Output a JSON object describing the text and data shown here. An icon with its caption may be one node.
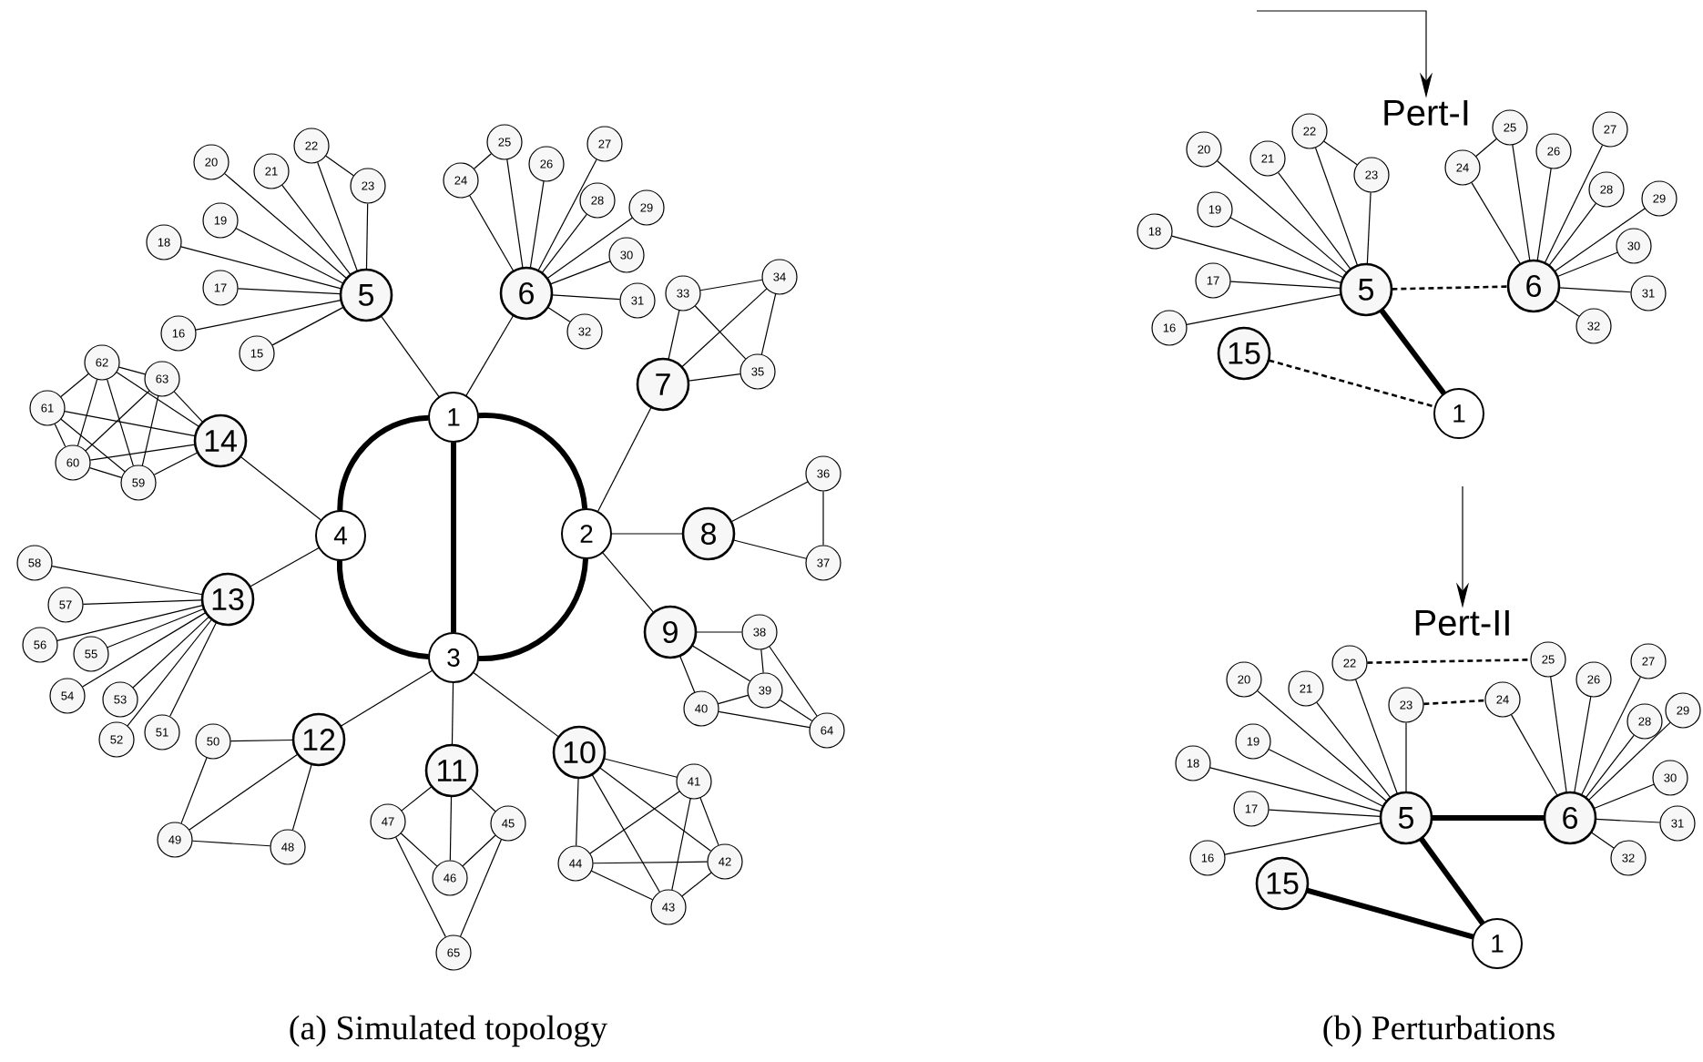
{
  "diagram": {
    "nodes": [
      {
        "text": [
          "1"
        ]
      },
      {
        "text": [
          "2"
        ]
      },
      {
        "text": [
          "3"
        ]
      },
      {
        "text": [
          "4"
        ]
      },
      {
        "text": [
          "5"
        ]
      },
      {
        "text": [
          "6"
        ]
      },
      {
        "text": [
          "7"
        ]
      },
      {
        "text": [
          "8"
        ]
      },
      {
        "text": [
          "9"
        ]
      },
      {
        "text": [
          "10"
        ]
      },
      {
        "text": [
          "11"
        ]
      },
      {
        "text": [
          "12"
        ]
      },
      {
        "text": [
          "13"
        ]
      },
      {
        "text": [
          "14"
        ]
      },
      {
        "text": [
          "15"
        ]
      },
      {
        "text": [
          "16"
        ]
      },
      {
        "text": [
          "17"
        ]
      },
      {
        "text": [
          "18"
        ]
      },
      {
        "text": [
          "19"
        ]
      },
      {
        "text": [
          "20"
        ]
      },
      {
        "text": [
          "21"
        ]
      },
      {
        "text": [
          "22"
        ]
      },
      {
        "text": [
          "23"
        ]
      },
      {
        "text": [
          "24"
        ]
      },
      {
        "text": [
          "25"
        ]
      },
      {
        "text": [
          "26"
        ]
      },
      {
        "text": [
          "27"
        ]
      },
      {
        "text": [
          "28"
        ]
      },
      {
        "text": [
          "29"
        ]
      },
      {
        "text": [
          "30"
        ]
      },
      {
        "text": [
          "31"
        ]
      },
      {
        "text": [
          "32"
        ]
      },
      {
        "text": [
          "33"
        ]
      },
      {
        "text": [
          "34"
        ]
      },
      {
        "text": [
          "35"
        ]
      },
      {
        "text": [
          "36"
        ]
      },
      {
        "text": [
          "37"
        ]
      },
      {
        "text": [
          "38"
        ]
      },
      {
        "text": [
          "39"
        ]
      },
      {
        "text": [
          "40"
        ]
      },
      {
        "text": [
          "41"
        ]
      },
      {
        "text": [
          "42"
        ]
      },
      {
        "text": [
          "43"
        ]
      },
      {
        "text": [
          "44"
        ]
      },
      {
        "text": [
          "45"
        ]
      },
      {
        "text": [
          "46"
        ]
      },
      {
        "text": [
          "47"
        ]
      },
      {
        "text": [
          "48"
        ]
      },
      {
        "text": [
          "49"
        ]
      },
      {
        "text": [
          "50"
        ]
      },
      {
        "text": [
          "51"
        ]
      },
      {
        "text": [
          "52"
        ]
      },
      {
        "text": [
          "53"
        ]
      },
      {
        "text": [
          "54"
        ]
      },
      {
        "text": [
          "55"
        ]
      },
      {
        "text": [
          "56"
        ]
      },
      {
        "text": [
          "57"
        ]
      },
      {
        "text": [
          "58"
        ]
      },
      {
        "text": [
          "59"
        ]
      },
      {
        "text": [
          "60"
        ]
      },
      {
        "text": [
          "61"
        ]
      },
      {
        "text": [
          "62"
        ]
      },
      {
        "text": [
          "63"
        ]
      },
      {
        "text": [
          "64"
        ]
      },
      {
        "text": [
          "65"
        ]
      },
      {
        "text": [
          "Pert-I"
        ]
      },
      {
        "text": [
          "1"
        ]
      },
      {
        "text": [
          "5"
        ]
      },
      {
        "text": [
          "6"
        ]
      },
      {
        "text": [
          "15"
        ]
      },
      {
        "text": [
          "16"
        ]
      },
      {
        "text": [
          "17"
        ]
      },
      {
        "text": [
          "18"
        ]
      },
      {
        "text": [
          "19"
        ]
      },
      {
        "text": [
          "20"
        ]
      },
      {
        "text": [
          "21"
        ]
      },
      {
        "text": [
          "22"
        ]
      },
      {
        "text": [
          "23"
        ]
      },
      {
        "text": [
          "24"
        ]
      },
      {
        "text": [
          "25"
        ]
      },
      {
        "text": [
          "26"
        ]
      },
      {
        "text": [
          "27"
        ]
      },
      {
        "text": [
          "28"
        ]
      },
      {
        "text": [
          "29"
        ]
      },
      {
        "text": [
          "30"
        ]
      },
      {
        "text": [
          "31"
        ]
      },
      {
        "text": [
          "32"
        ]
      },
      {
        "text": [
          "Pert-II"
        ]
      },
      {
        "text": [
          "1"
        ]
      },
      {
        "text": [
          "5"
        ]
      },
      {
        "text": [
          "6"
        ]
      },
      {
        "text": [
          "15"
        ]
      },
      {
        "text": [
          "16"
        ]
      },
      {
        "text": [
          "17"
        ]
      },
      {
        "text": [
          "18"
        ]
      },
      {
        "text": [
          "19"
        ]
      },
      {
        "text": [
          "20"
        ]
      },
      {
        "text": [
          "21"
        ]
      },
      {
        "text": [
          "22"
        ]
      },
      {
        "text": [
          "23"
        ]
      },
      {
        "text": [
          "24"
        ]
      },
      {
        "text": [
          "25"
        ]
      },
      {
        "text": [
          "26"
        ]
      },
      {
        "text": [
          "27"
        ]
      },
      {
        "text": [
          "28"
        ]
      },
      {
        "text": [
          "29"
        ]
      },
      {
        "text": [
          "30"
        ]
      },
      {
        "text": [
          "31"
        ]
      },
      {
        "text": [
          "32"
        ]
      }
    ],
    "edges": [
      {
        "from": 0,
        "to": 1,
        "arrow": "none",
        "style": "thick"
      },
      {
        "from": 1,
        "to": 2,
        "arrow": "none",
        "style": "thick"
      },
      {
        "from": 2,
        "to": 3,
        "arrow": "none",
        "style": "thick"
      },
      {
        "from": 3,
        "to": 0,
        "arrow": "none",
        "style": "thick"
      },
      {
        "from": 0,
        "to": 2,
        "arrow": "none",
        "style": "thick"
      },
      {
        "from": 0,
        "to": 4,
        "arrow": "none"
      },
      {
        "from": 0,
        "to": 5,
        "arrow": "none"
      },
      {
        "from": 1,
        "to": 6,
        "arrow": "none"
      },
      {
        "from": 1,
        "to": 7,
        "arrow": "none"
      },
      {
        "from": 1,
        "to": 8,
        "arrow": "none"
      },
      {
        "from": 2,
        "to": 9,
        "arrow": "none"
      },
      {
        "from": 2,
        "to": 10,
        "arrow": "none"
      },
      {
        "from": 2,
        "to": 11,
        "arrow": "none"
      },
      {
        "from": 3,
        "to": 12,
        "arrow": "none"
      },
      {
        "from": 3,
        "to": 13,
        "arrow": "none"
      },
      {
        "from": 4,
        "to": 14,
        "arrow": "none"
      },
      {
        "from": 4,
        "to": 15,
        "arrow": "none"
      },
      {
        "from": 4,
        "to": 16,
        "arrow": "none"
      },
      {
        "from": 4,
        "to": 17,
        "arrow": "none"
      },
      {
        "from": 4,
        "to": 18,
        "arrow": "none"
      },
      {
        "from": 4,
        "to": 19,
        "arrow": "none"
      },
      {
        "from": 4,
        "to": 20,
        "arrow": "none"
      },
      {
        "from": 4,
        "to": 21,
        "arrow": "none"
      },
      {
        "from": 4,
        "to": 22,
        "arrow": "none"
      },
      {
        "from": 21,
        "to": 22,
        "arrow": "none"
      },
      {
        "from": 5,
        "to": 23,
        "arrow": "none"
      },
      {
        "from": 5,
        "to": 24,
        "arrow": "none"
      },
      {
        "from": 5,
        "to": 25,
        "arrow": "none"
      },
      {
        "from": 5,
        "to": 26,
        "arrow": "none"
      },
      {
        "from": 5,
        "to": 27,
        "arrow": "none"
      },
      {
        "from": 5,
        "to": 28,
        "arrow": "none"
      },
      {
        "from": 5,
        "to": 29,
        "arrow": "none"
      },
      {
        "from": 5,
        "to": 30,
        "arrow": "none"
      },
      {
        "from": 5,
        "to": 31,
        "arrow": "none"
      },
      {
        "from": 23,
        "to": 24,
        "arrow": "none"
      },
      {
        "from": 6,
        "to": 32,
        "arrow": "none"
      },
      {
        "from": 6,
        "to": 33,
        "arrow": "none"
      },
      {
        "from": 6,
        "to": 34,
        "arrow": "none"
      },
      {
        "from": 32,
        "to": 33,
        "arrow": "none"
      },
      {
        "from": 32,
        "to": 34,
        "arrow": "none"
      },
      {
        "from": 33,
        "to": 34,
        "arrow": "none"
      },
      {
        "from": 7,
        "to": 35,
        "arrow": "none"
      },
      {
        "from": 7,
        "to": 36,
        "arrow": "none"
      },
      {
        "from": 35,
        "to": 36,
        "arrow": "none"
      },
      {
        "from": 8,
        "to": 37,
        "arrow": "none"
      },
      {
        "from": 8,
        "to": 38,
        "arrow": "none"
      },
      {
        "from": 8,
        "to": 39,
        "arrow": "none"
      },
      {
        "from": 37,
        "to": 38,
        "arrow": "none"
      },
      {
        "from": 37,
        "to": 63,
        "arrow": "none"
      },
      {
        "from": 38,
        "to": 39,
        "arrow": "none"
      },
      {
        "from": 38,
        "to": 63,
        "arrow": "none"
      },
      {
        "from": 39,
        "to": 63,
        "arrow": "none"
      },
      {
        "from": 9,
        "to": 40,
        "arrow": "none"
      },
      {
        "from": 9,
        "to": 41,
        "arrow": "none"
      },
      {
        "from": 9,
        "to": 42,
        "arrow": "none"
      },
      {
        "from": 9,
        "to": 43,
        "arrow": "none"
      },
      {
        "from": 40,
        "to": 41,
        "arrow": "none"
      },
      {
        "from": 40,
        "to": 42,
        "arrow": "none"
      },
      {
        "from": 40,
        "to": 43,
        "arrow": "none"
      },
      {
        "from": 41,
        "to": 42,
        "arrow": "none"
      },
      {
        "from": 41,
        "to": 43,
        "arrow": "none"
      },
      {
        "from": 42,
        "to": 43,
        "arrow": "none"
      },
      {
        "from": 10,
        "to": 44,
        "arrow": "none"
      },
      {
        "from": 10,
        "to": 45,
        "arrow": "none"
      },
      {
        "from": 10,
        "to": 46,
        "arrow": "none"
      },
      {
        "from": 46,
        "to": 45,
        "arrow": "none"
      },
      {
        "from": 44,
        "to": 45,
        "arrow": "none"
      },
      {
        "from": 46,
        "to": 64,
        "arrow": "none"
      },
      {
        "from": 44,
        "to": 64,
        "arrow": "none"
      },
      {
        "from": 11,
        "to": 47,
        "arrow": "none"
      },
      {
        "from": 11,
        "to": 48,
        "arrow": "none"
      },
      {
        "from": 11,
        "to": 49,
        "arrow": "none"
      },
      {
        "from": 49,
        "to": 48,
        "arrow": "none"
      },
      {
        "from": 48,
        "to": 47,
        "arrow": "none"
      },
      {
        "from": 12,
        "to": 50,
        "arrow": "none"
      },
      {
        "from": 12,
        "to": 51,
        "arrow": "none"
      },
      {
        "from": 12,
        "to": 52,
        "arrow": "none"
      },
      {
        "from": 12,
        "to": 53,
        "arrow": "none"
      },
      {
        "from": 12,
        "to": 54,
        "arrow": "none"
      },
      {
        "from": 12,
        "to": 55,
        "arrow": "none"
      },
      {
        "from": 12,
        "to": 56,
        "arrow": "none"
      },
      {
        "from": 12,
        "to": 57,
        "arrow": "none"
      },
      {
        "from": 61,
        "to": 62,
        "arrow": "none"
      },
      {
        "from": 61,
        "to": 60,
        "arrow": "none"
      },
      {
        "from": 61,
        "to": 59,
        "arrow": "none"
      },
      {
        "from": 61,
        "to": 58,
        "arrow": "none"
      },
      {
        "from": 61,
        "to": 13,
        "arrow": "none"
      },
      {
        "from": 62,
        "to": 59,
        "arrow": "none"
      },
      {
        "from": 62,
        "to": 58,
        "arrow": "none"
      },
      {
        "from": 62,
        "to": 13,
        "arrow": "none"
      },
      {
        "from": 60,
        "to": 59,
        "arrow": "none"
      },
      {
        "from": 60,
        "to": 13,
        "arrow": "none"
      },
      {
        "from": 60,
        "to": 58,
        "arrow": "none"
      },
      {
        "from": 59,
        "to": 58,
        "arrow": "none"
      },
      {
        "from": 59,
        "to": 13,
        "arrow": "none"
      },
      {
        "from": 58,
        "to": 13,
        "arrow": "none"
      },
      {
        "from": null,
        "to": 65,
        "arrow": "to"
      },
      {
        "from": 67,
        "to": 70,
        "arrow": "none"
      },
      {
        "from": 67,
        "to": 71,
        "arrow": "none"
      },
      {
        "from": 67,
        "to": 72,
        "arrow": "none"
      },
      {
        "from": 67,
        "to": 73,
        "arrow": "none"
      },
      {
        "from": 67,
        "to": 74,
        "arrow": "none"
      },
      {
        "from": 67,
        "to": 75,
        "arrow": "none"
      },
      {
        "from": 67,
        "to": 76,
        "arrow": "none"
      },
      {
        "from": 67,
        "to": 77,
        "arrow": "none"
      },
      {
        "from": 76,
        "to": 77,
        "arrow": "none"
      },
      {
        "from": 68,
        "to": 78,
        "arrow": "none"
      },
      {
        "from": 68,
        "to": 79,
        "arrow": "none"
      },
      {
        "from": 68,
        "to": 80,
        "arrow": "none"
      },
      {
        "from": 68,
        "to": 81,
        "arrow": "none"
      },
      {
        "from": 68,
        "to": 82,
        "arrow": "none"
      },
      {
        "from": 68,
        "to": 83,
        "arrow": "none"
      },
      {
        "from": 68,
        "to": 84,
        "arrow": "none"
      },
      {
        "from": 68,
        "to": 85,
        "arrow": "none"
      },
      {
        "from": 68,
        "to": 86,
        "arrow": "none"
      },
      {
        "from": 78,
        "to": 79,
        "arrow": "none"
      },
      {
        "from": 67,
        "to": 68,
        "arrow": "none",
        "style": "dashed"
      },
      {
        "from": 69,
        "to": 66,
        "arrow": "none",
        "style": "dashed"
      },
      {
        "from": 67,
        "to": 66,
        "arrow": "none",
        "style": "thick"
      },
      {
        "from": null,
        "to": 87,
        "arrow": "to"
      },
      {
        "from": 89,
        "to": 92,
        "arrow": "none"
      },
      {
        "from": 89,
        "to": 93,
        "arrow": "none"
      },
      {
        "from": 89,
        "to": 94,
        "arrow": "none"
      },
      {
        "from": 89,
        "to": 95,
        "arrow": "none"
      },
      {
        "from": 89,
        "to": 96,
        "arrow": "none"
      },
      {
        "from": 89,
        "to": 97,
        "arrow": "none"
      },
      {
        "from": 89,
        "to": 98,
        "arrow": "none"
      },
      {
        "from": 89,
        "to": 99,
        "arrow": "none"
      },
      {
        "from": 90,
        "to": 100,
        "arrow": "none"
      },
      {
        "from": 90,
        "to": 101,
        "arrow": "none"
      },
      {
        "from": 90,
        "to": 102,
        "arrow": "none"
      },
      {
        "from": 90,
        "to": 103,
        "arrow": "none"
      },
      {
        "from": 90,
        "to": 104,
        "arrow": "none"
      },
      {
        "from": 90,
        "to": 105,
        "arrow": "none"
      },
      {
        "from": 90,
        "to": 106,
        "arrow": "none"
      },
      {
        "from": 90,
        "to": 107,
        "arrow": "none"
      },
      {
        "from": 90,
        "to": 108,
        "arrow": "none"
      },
      {
        "from": 98,
        "to": 101,
        "arrow": "none",
        "style": "dashed"
      },
      {
        "from": 99,
        "to": 100,
        "arrow": "none",
        "style": "dashed"
      },
      {
        "from": 89,
        "to": 90,
        "arrow": "none",
        "style": "thick"
      },
      {
        "from": 89,
        "to": 88,
        "arrow": "none",
        "style": "thick"
      },
      {
        "from": 91,
        "to": 88,
        "arrow": "none",
        "style": "thick"
      }
    ],
    "labels": [
      "(a) Simulated topology",
      "(b) Perturbations"
    ]
  }
}
